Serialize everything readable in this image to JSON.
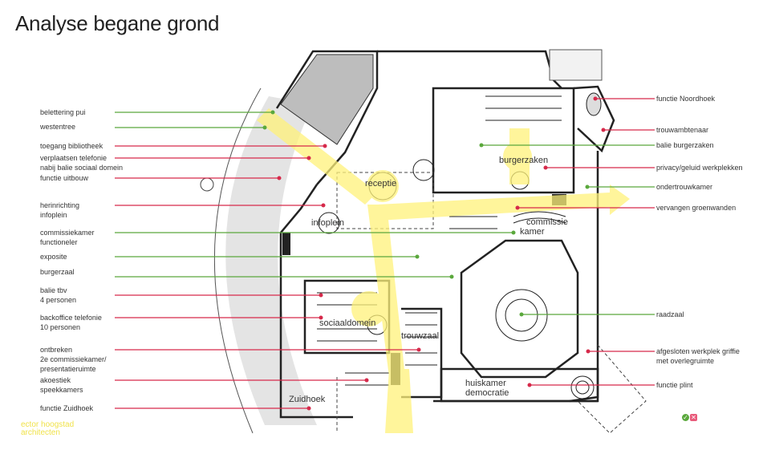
{
  "title": "Analyse begane grond",
  "colors": {
    "positive": "#5aa83c",
    "negative": "#d6294a",
    "route": "#fff27a"
  },
  "left_labels": [
    {
      "text": [
        "belettering pui"
      ],
      "type": "positive"
    },
    {
      "text": [
        "westentree"
      ],
      "type": "positive"
    },
    {
      "text": [
        "toegang bibliotheek"
      ],
      "type": "negative"
    },
    {
      "text": [
        "verplaatsen telefonie",
        "nabij balie sociaal domein"
      ],
      "type": "negative"
    },
    {
      "text": [
        "functie uitbouw"
      ],
      "type": "negative"
    },
    {
      "text": [
        "herinrichting",
        "infoplein"
      ],
      "type": "negative"
    },
    {
      "text": [
        "commissiekamer",
        "functioneler"
      ],
      "type": "positive"
    },
    {
      "text": [
        "exposite"
      ],
      "type": "positive"
    },
    {
      "text": [
        "burgerzaal"
      ],
      "type": "positive"
    },
    {
      "text": [
        "balie tbv",
        "4 personen"
      ],
      "type": "negative"
    },
    {
      "text": [
        "backoffice telefonie",
        "10 personen"
      ],
      "type": "negative"
    },
    {
      "text": [
        "ontbreken",
        "2e commissiekamer/",
        "presentatieruimte"
      ],
      "type": "negative"
    },
    {
      "text": [
        "akoestiek",
        "speekkamers"
      ],
      "type": "negative"
    },
    {
      "text": [
        "functie Zuidhoek"
      ],
      "type": "negative"
    }
  ],
  "right_labels": [
    {
      "text": [
        "functie Noordhoek"
      ],
      "type": "negative"
    },
    {
      "text": [
        "trouwambtenaar"
      ],
      "type": "negative"
    },
    {
      "text": [
        "balie burgerzaken"
      ],
      "type": "positive"
    },
    {
      "text": [
        "privacy/geluid werkplekken"
      ],
      "type": "negative"
    },
    {
      "text": [
        "ondertrouwkamer"
      ],
      "type": "positive"
    },
    {
      "text": [
        "vervangen groenwanden"
      ],
      "type": "negative"
    },
    {
      "text": [
        "raadzaal"
      ],
      "type": "positive"
    },
    {
      "text": [
        "afgesloten werkplek griffie",
        "met overlegruimte"
      ],
      "type": "negative"
    },
    {
      "text": [
        "functie plint"
      ],
      "type": "negative"
    }
  ],
  "rooms": {
    "receptie": "receptie",
    "burgerzaken": "burgerzaken",
    "infoplein": "infoplein",
    "commissie": "commissie",
    "kamer": "kamer",
    "sociaaldomein": "sociaaldomein",
    "trouwzaal": "trouwzaal",
    "huiskamer": "huiskamer",
    "democratie": "democratie",
    "zuidhoek": "Zuidhoek"
  },
  "logo": [
    "ector hoogstad",
    "architecten"
  ],
  "legend_badges": {
    "check": "✓",
    "cross": "✕"
  }
}
